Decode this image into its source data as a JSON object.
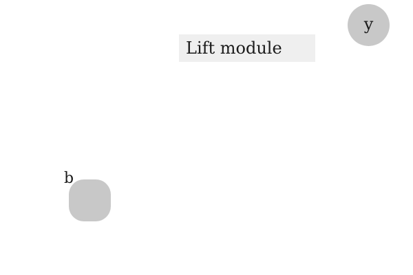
{
  "title": {
    "text": "Lift module",
    "background": "#efefef"
  },
  "avatar": {
    "letter": "y",
    "color": "#c8c8c8"
  },
  "node": {
    "label": "b",
    "color": "#c8c8c8"
  }
}
